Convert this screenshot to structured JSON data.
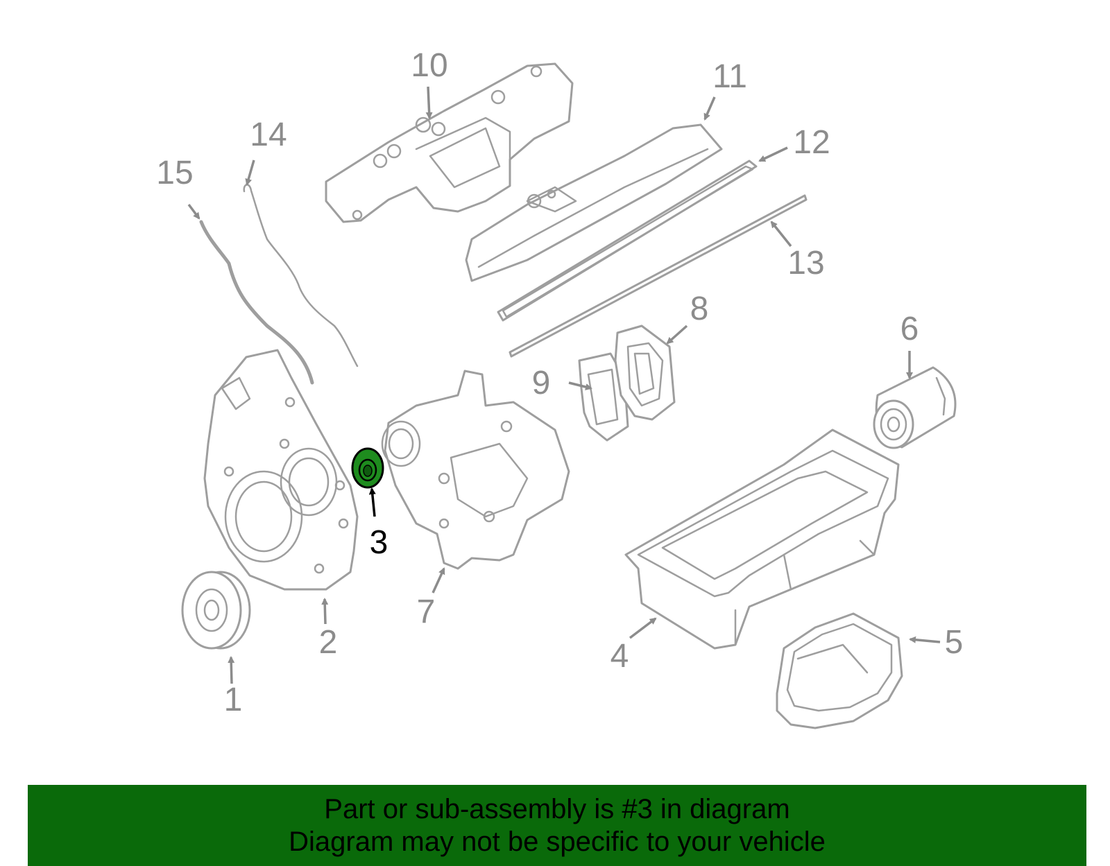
{
  "colors": {
    "highlight": "#1e8c1e",
    "banner": "#0a6a0a",
    "line": "#9e9e9e",
    "label": "#8c8c8c"
  },
  "callouts": [
    "1",
    "2",
    "3",
    "4",
    "5",
    "6",
    "7",
    "8",
    "9",
    "10",
    "11",
    "12",
    "13",
    "14",
    "15"
  ],
  "highlighted_part": "3",
  "banner": {
    "line1": "Part or sub-assembly is #3 in diagram",
    "line2": "Diagram may not be specific to your vehicle"
  }
}
